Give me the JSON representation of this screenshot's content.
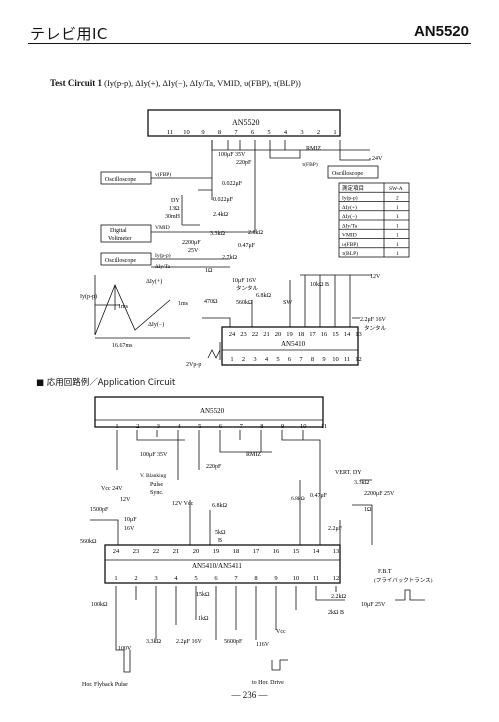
{
  "header": {
    "left": "テレビ用IC",
    "right": "AN5520"
  },
  "test_circuit": {
    "title_bold": "Test Circuit 1",
    "title_params": "(Iy(p-p), ΔIy(+), ΔIy(−), ΔIy/Ta, VMID, υ(FBP), τ(BLP))",
    "ic_top_label": "AN5520",
    "ic_top_pins": [
      "11",
      "10",
      "9",
      "8",
      "7",
      "6",
      "5",
      "4",
      "3",
      "2",
      "1"
    ],
    "ic_bottom_label": "AN5410",
    "ic_bottom_pins_top": [
      "24",
      "23",
      "22",
      "21",
      "20",
      "19",
      "18",
      "17",
      "16",
      "15",
      "14",
      "13"
    ],
    "ic_bottom_pins_bottom": [
      "1",
      "2",
      "3",
      "4",
      "5",
      "6",
      "7",
      "8",
      "9",
      "10",
      "11",
      "12"
    ],
    "oscilloscope_1": "Oscilloscope",
    "oscilloscope_2": "Oscilloscope",
    "oscilloscope_3": "Oscilloscope",
    "digital_voltmeter": [
      "Digital",
      "Voltmeter"
    ],
    "labels": {
      "v24": "24V",
      "v12": "12V",
      "rmiz": "RMIZ",
      "c100": "100μF 35V",
      "c220": "220pF",
      "c0022a": "0.022μF",
      "c0022b": "0.022μF",
      "dy": "DY",
      "r13": "13Ω",
      "l30": "30mH",
      "r24k": "2.4kΩ",
      "r33k": "3.3kΩ",
      "r28k": "2.8kΩ",
      "c2200": "2200μF",
      "v25": "25V",
      "c047": "0.47μF",
      "r27k": "2.7kΩ",
      "r1": "1Ω",
      "c10": "10μF 16V",
      "tantal": "タンタル",
      "r10k": "10kΩ B",
      "r68k": "6.8kΩ",
      "r560k": "560kΩ",
      "r470": "470Ω",
      "t1ms_a": "1ms",
      "t1ms_b": "1ms",
      "t1667": "16.67ms",
      "v2": "2Vp-p",
      "c22": "2.2μF 16V",
      "tantal2": "タンタル",
      "sw": "SW",
      "vmid": "VMID",
      "vfbp": "v(FBP)",
      "tfbp": "τ(FBP)",
      "iypp": "Iy(p-p)",
      "diyp": "ΔIy(+)",
      "diym": "ΔIy(−)",
      "iy_ta": "ΔIy/Ta"
    },
    "table": {
      "headers": [
        "測定項目",
        "SW-A"
      ],
      "rows": [
        [
          "Iy(p-p)",
          "2"
        ],
        [
          "ΔIy(+)",
          "1"
        ],
        [
          "ΔIy(−)",
          "1"
        ],
        [
          "ΔIy/Ta",
          "1"
        ],
        [
          "VMID",
          "1"
        ],
        [
          "υ(FBP)",
          "1"
        ],
        [
          "τ(BLP)",
          "1"
        ]
      ]
    }
  },
  "application": {
    "title": "■ 応用回路例／Application Circuit",
    "ic_top_label": "AN5520",
    "ic_top_pins": [
      "1",
      "2",
      "3",
      "4",
      "5",
      "6",
      "7",
      "8",
      "9",
      "10",
      "11"
    ],
    "ic_bottom_label": "AN5410/AN5411",
    "ic_bottom_pins_top": [
      "24",
      "23",
      "22",
      "21",
      "20",
      "19",
      "18",
      "17",
      "16",
      "15",
      "14",
      "13"
    ],
    "ic_bottom_pins_bottom": [
      "1",
      "2",
      "3",
      "4",
      "5",
      "6",
      "7",
      "8",
      "9",
      "10",
      "11",
      "12"
    ],
    "labels": {
      "c100": "100μF 35V",
      "rmiz": "RMIZ",
      "c220": "220pF",
      "vcc24": "Vcc 24V",
      "vblank": "V. Blanking",
      "pulse": "Pulse",
      "sync": "Sync.",
      "vert_dy": "VERT. DY",
      "r33k": "3.3kΩ",
      "c2200": "2200μF 25V",
      "c047": "0.47μF",
      "r1": "1Ω",
      "r68k": "6.8kΩ",
      "c1500": "1500pF",
      "v12": "12V",
      "c10": "10μF",
      "v16": "16V",
      "vcc12": "12V Vcc",
      "r68k2": "6.8kΩ",
      "r560k": "560kΩ",
      "r5k": "5kΩ",
      "b": "B",
      "c22": "2.2μF",
      "fbt": "F.B.T",
      "fbt2": "(フライバックトランス)",
      "r100k": "100kΩ",
      "r22k": "2.2kΩ",
      "r2kb": "2kΩ B",
      "c10b": "10μF 25V",
      "r33k2": "3.3kΩ",
      "c22b": "2.2μF 16V",
      "c5600": "5600pF",
      "v116": "116V",
      "vcc": "Vcc",
      "r15k": "15kΩ",
      "r1k": "1kΩ",
      "v100": "100V",
      "hor_flyback": "Hor. Flyback Pulse",
      "to_hor_drive": "to Hor. Drive"
    }
  },
  "footer": {
    "page": "— 236 —"
  }
}
